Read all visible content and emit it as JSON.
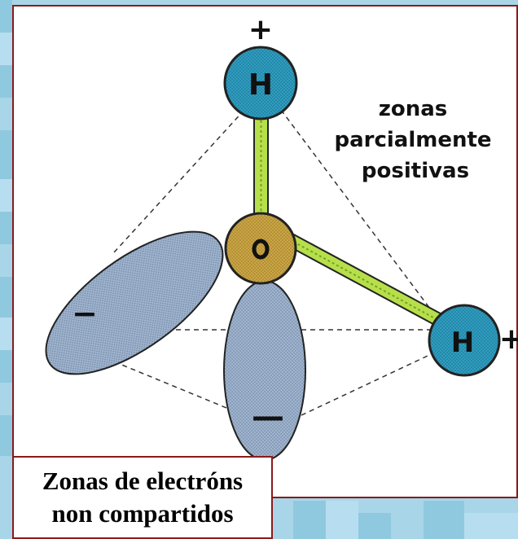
{
  "diagram": {
    "oxygen_label": "O",
    "top_hydrogen_label": "H",
    "right_hydrogen_label": "H",
    "top_charge": "+",
    "right_charge": "+",
    "left_lobe_charge": "−",
    "bottom_lobe_charge": "—",
    "positive_zone_label": {
      "line1": "zonas",
      "line2": "parcialmente",
      "line3": "positivas"
    },
    "caption": {
      "line1": "Zonas de electróns",
      "line2": "non compartidos"
    }
  },
  "colors": {
    "background": "#9fd2e4",
    "panel_border": "#8b1a1a",
    "hydrogen": "#2e9dc0",
    "oxygen": "#c9a545",
    "bond": "#b6e04a",
    "lone_pair": "#9fb4cf"
  }
}
